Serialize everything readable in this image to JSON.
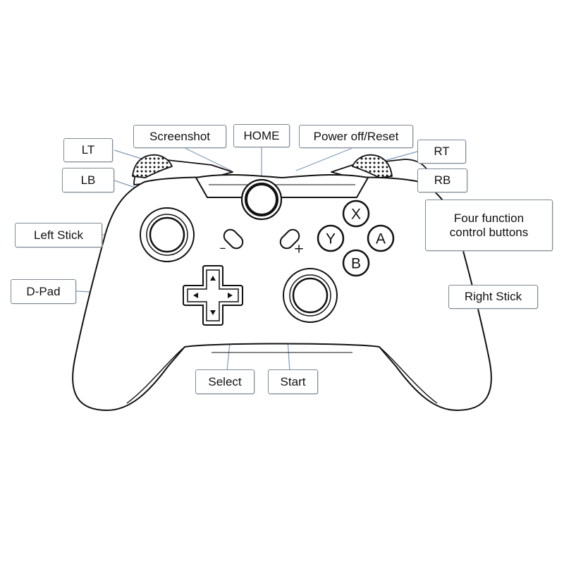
{
  "labels": {
    "lt": "LT",
    "lb": "LB",
    "screenshot": "Screenshot",
    "home": "HOME",
    "power_off_reset": "Power off/Reset",
    "rt": "RT",
    "rb": "RB",
    "four_function": "Four function\ncontrol buttons",
    "left_stick": "Left Stick",
    "d_pad": "D-Pad",
    "right_stick": "Right Stick",
    "select": "Select",
    "start": "Start"
  },
  "buttons": {
    "x": "X",
    "y": "Y",
    "a": "A",
    "b": "B",
    "minus": "–",
    "plus": "+"
  },
  "colors": {
    "outline": "#111111",
    "leader": "#7f9bb8",
    "label_border": "#7f8a96"
  }
}
